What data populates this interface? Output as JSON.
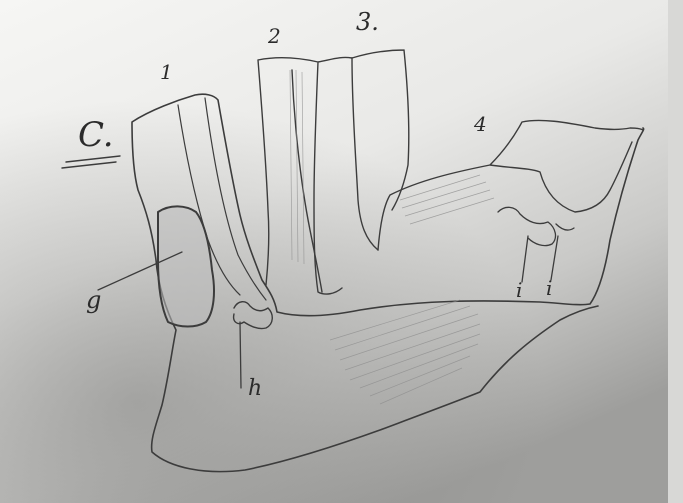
{
  "figure": {
    "panel_label": "C.",
    "part_labels": {
      "p1": "1",
      "p2": "2",
      "p3": "3.",
      "p4": "4"
    },
    "annotation_labels": {
      "g": "g",
      "h": "h",
      "i_left": "i",
      "i_right": "i"
    }
  },
  "colors": {
    "paper_light": "#f4f4f2",
    "paper_shadow": "#b9b9b9",
    "pencil": "#3c3c3c",
    "hatching": "#8e8e8e",
    "background": "#3a3a3a"
  }
}
